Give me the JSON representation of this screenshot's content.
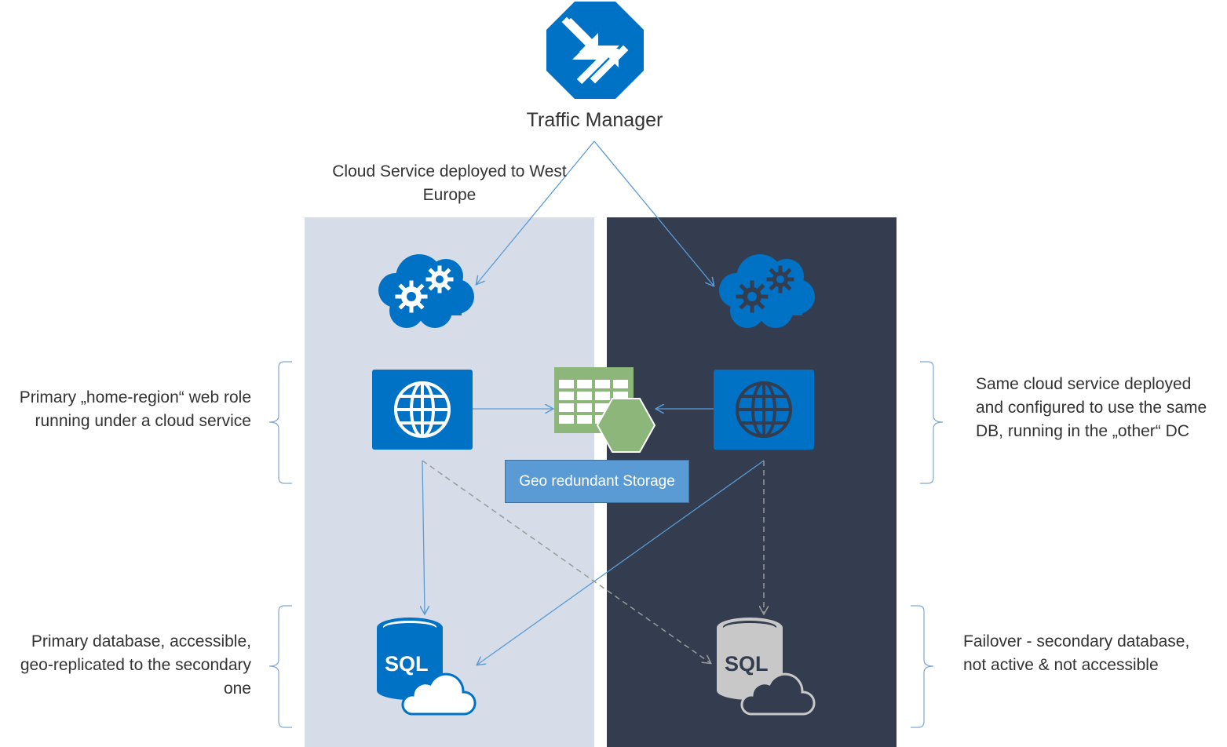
{
  "title": "Traffic Manager",
  "cloud_service_label": "Cloud Service deployed to West Europe",
  "labels": {
    "primary_web_role": "Primary „home-region“ web role running under a cloud service",
    "same_service": "Same cloud service deployed and configured to use the same DB, running in the „other“ DC",
    "primary_db": "Primary database, accessible, geo-replicated to the secondary one",
    "failover": "Failover - secondary database, not active & not accessible"
  },
  "storage_label": "Geo redundant Storage",
  "db_icon_text_primary": "SQL",
  "db_icon_text_secondary": "SQL",
  "icons": [
    "traffic-manager-icon",
    "cloud-service-icon",
    "web-role-icon",
    "table-storage-icon",
    "sql-database-icon"
  ],
  "colors": {
    "azure_blue": "#0072c6",
    "storage_green": "#8db77a",
    "left_region": "#d6dde8",
    "right_region": "#333d4f",
    "connector": "#5b9bd5",
    "dashed_connector": "#8c8c8c",
    "inactive_db": "#c8c8c8"
  }
}
